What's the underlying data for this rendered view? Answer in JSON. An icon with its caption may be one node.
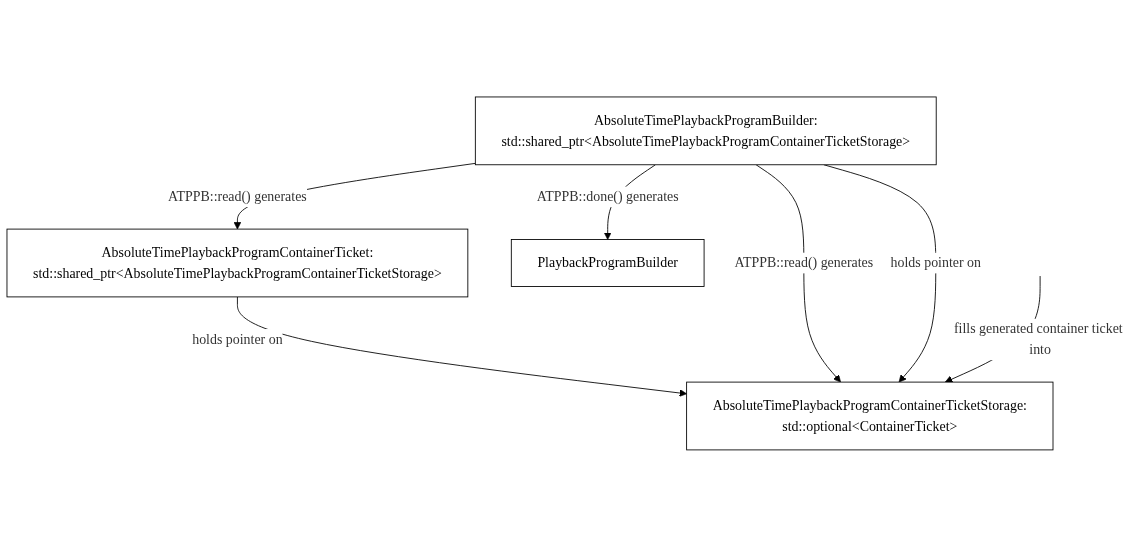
{
  "diagram": {
    "nodes": [
      {
        "text": [
          "AbsoluteTimePlaybackProgramContainerTicket:",
          "std::shared_ptr<AbsoluteTimePlaybackProgramContainerTicketStorage>"
        ]
      },
      {
        "text": [
          "AbsoluteTimePlaybackProgramBuilder:",
          "std::shared_ptr<AbsoluteTimePlaybackProgramContainerTicketStorage>"
        ]
      },
      {
        "text": [
          "AbsoluteTimePlaybackProgramContainerTicketStorage:",
          "std::optional<ContainerTicket>"
        ]
      },
      {
        "text": [
          "PlaybackProgramBuilder"
        ]
      }
    ],
    "edges": [
      {
        "from": 0,
        "to": 2,
        "arrow": "to",
        "label": "holds pointer on"
      },
      {
        "from": 1,
        "to": 0,
        "arrow": "to",
        "label": "ATPPB::read() generates"
      },
      {
        "from": 1,
        "to": 2,
        "arrow": "to",
        "label": "ATPPB::read() generates"
      },
      {
        "from": 1,
        "to": 2,
        "arrow": "to",
        "label": "holds pointer on"
      },
      {
        "from": null,
        "to": 2,
        "arrow": "to",
        "label": "fills generated container ticket into"
      },
      {
        "from": 1,
        "to": 3,
        "arrow": "to",
        "label": "ATPPB::done() generates"
      }
    ]
  }
}
